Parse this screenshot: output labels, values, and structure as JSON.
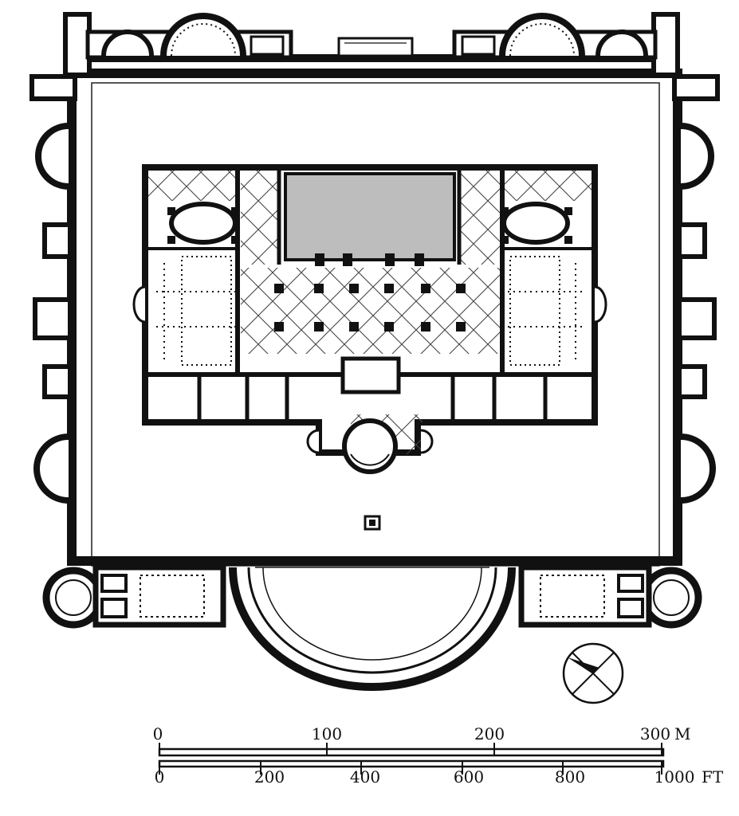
{
  "plan": {
    "colors": {
      "ink": "#111111",
      "paper": "#ffffff",
      "pool": "#bdbdbd"
    }
  },
  "north_arrow": {
    "icon": "compass-rose-icon"
  },
  "scale_bar": {
    "meters": {
      "unit": "M",
      "ticks": [
        "0",
        "100",
        "200",
        "300"
      ]
    },
    "feet": {
      "unit": "FT",
      "ticks": [
        "0",
        "200",
        "400",
        "600",
        "800",
        "1000"
      ]
    }
  }
}
